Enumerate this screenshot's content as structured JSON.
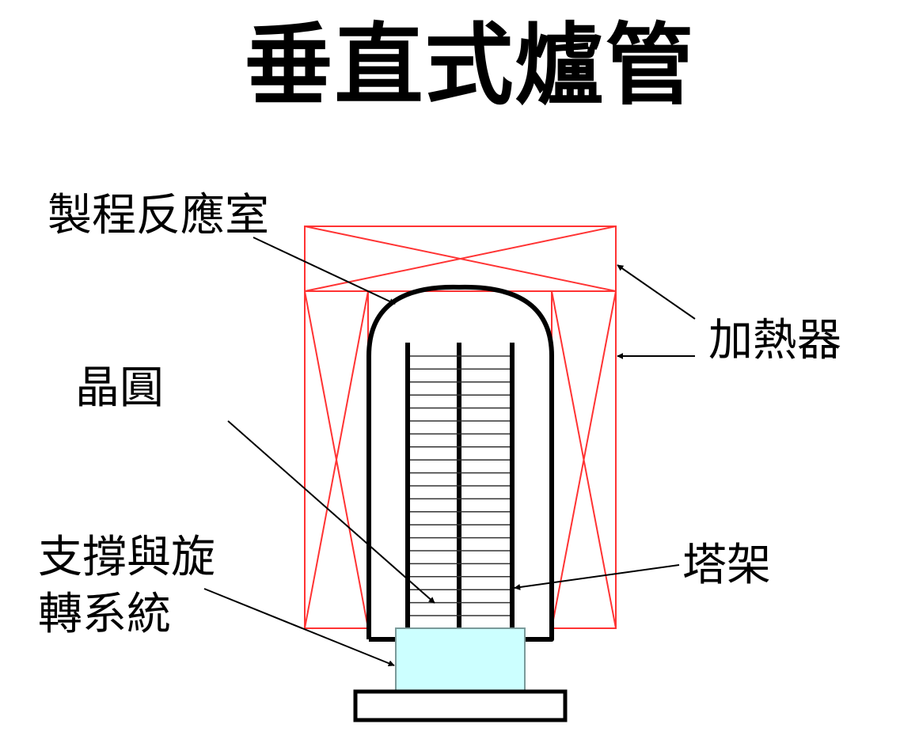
{
  "title": "垂直式爐管",
  "labels": {
    "process_chamber": "製程反應室",
    "heater": "加熱器",
    "wafer": "晶圓",
    "boat": "塔架",
    "support_line1": "支撐與旋",
    "support_line2": "轉系統"
  },
  "colors": {
    "heater": "#ff3333",
    "support_block": "#ccffff",
    "line": "#000000"
  },
  "wafer_count": 21
}
